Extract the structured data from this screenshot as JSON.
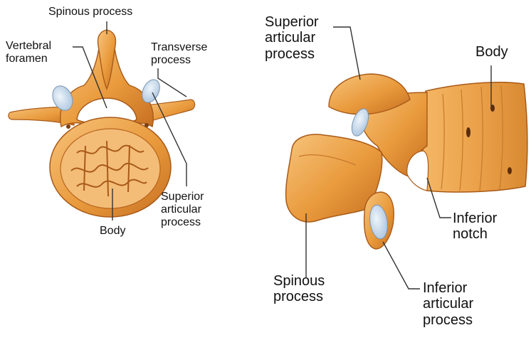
{
  "left_view": {
    "labels": {
      "spinous_process": "Spinous process",
      "vertebral_foramen_line1": "Vertebral",
      "vertebral_foramen_line2": "foramen",
      "transverse_process_line1": "Transverse",
      "transverse_process_line2": "process",
      "superior_articular_line1": "Superior",
      "superior_articular_line2": "articular",
      "superior_articular_line3": "process",
      "body": "Body"
    }
  },
  "right_view": {
    "labels": {
      "superior_articular_line1": "Superior",
      "superior_articular_line2": "articular",
      "superior_articular_line3": "process",
      "body": "Body",
      "inferior_notch_line1": "Inferior",
      "inferior_notch_line2": "notch",
      "spinous_process_line1": "Spinous",
      "spinous_process_line2": "process",
      "inferior_articular_line1": "Inferior",
      "inferior_articular_line2": "articular",
      "inferior_articular_line3": "process"
    }
  },
  "colors": {
    "bone": "#e99a3c",
    "bone_light": "#f6c27a",
    "bone_dark": "#b8621d",
    "cartilage": "#c9dcef",
    "leader_line": "#333333"
  }
}
